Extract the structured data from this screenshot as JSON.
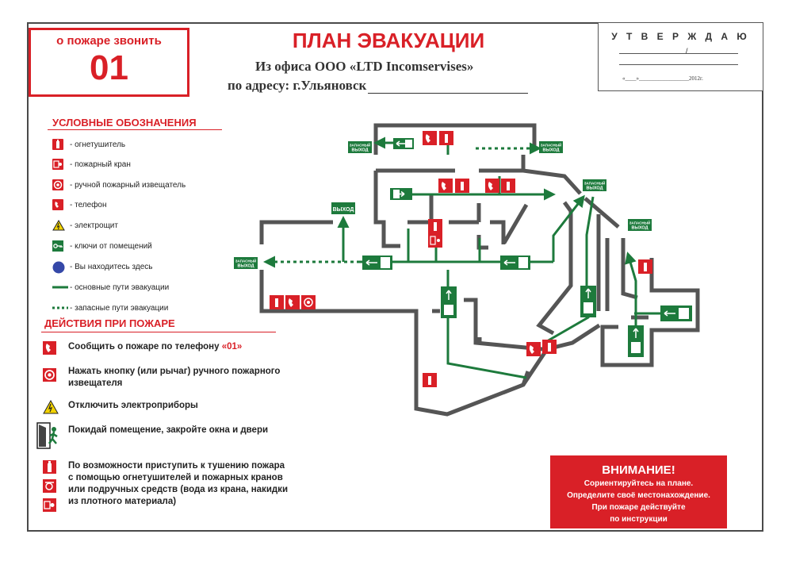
{
  "header": {
    "call_text": "о пожаре звонить",
    "call_number": "01",
    "title": "ПЛАН ЭВАКУАЦИИ",
    "subtitle1": "Из офиса ООО «LTD Incomservises»",
    "subtitle2": "по адресу: г.Ульяновск"
  },
  "approve": {
    "heading": "У Т В Е Р Ж Д А Ю",
    "date_line": "«____»__________________2012г."
  },
  "legend": {
    "title": "УСЛОВНЫЕ ОБОЗНАЧЕНИЯ",
    "items": [
      {
        "icon": "extinguisher-icon",
        "label": "- огнетушитель"
      },
      {
        "icon": "fire-hydrant-icon",
        "label": "- пожарный кран"
      },
      {
        "icon": "fire-alarm-icon",
        "label": "- ручной пожарный извещатель"
      },
      {
        "icon": "phone-icon",
        "label": "- телефон"
      },
      {
        "icon": "electric-panel-icon",
        "label": "- электрощит"
      },
      {
        "icon": "keys-icon",
        "label": "- ключи от помещений"
      },
      {
        "icon": "you-are-here-icon",
        "label": "- Вы находитесь здесь"
      },
      {
        "icon": "main-route-icon",
        "label": "- основные пути эвакуации"
      },
      {
        "icon": "reserve-route-icon",
        "label": "- запасные пути эвакуации"
      }
    ]
  },
  "actions": {
    "title": "ДЕЙСТВИЯ ПРИ ПОЖАРЕ",
    "items": [
      {
        "icon": "phone-icon",
        "text": "Сообщить о пожаре по телефону ",
        "highlight": "«01»"
      },
      {
        "icon": "fire-alarm-icon",
        "text": "Нажать кнопку (или рычаг) ручного пожарного извещателя"
      },
      {
        "icon": "electric-panel-icon",
        "text": "Отключить электроприборы"
      },
      {
        "icon": "exit-door-icon",
        "text": "Покидай помещение, закройте окна и двери"
      },
      {
        "icon": "extinguisher-icon",
        "text": "По возможности приступить к тушению пожара с помощью огнетушителей и пожарных кранов или подручных средств (вода из крана, накидки из плотного материала)"
      }
    ]
  },
  "plan": {
    "exit_label": "ВЫХОД",
    "reserve_exit_line1": "ЗАПАСНЫЙ",
    "reserve_exit_line2": "ВЫХОД"
  },
  "warning": {
    "heading": "ВНИМАНИЕ!",
    "line1": "Сориентируйтесь на плане.",
    "line2": "Определите своё местонахождение.",
    "line3": "При пожаре действуйте",
    "line4": "по инструкции"
  },
  "colors": {
    "red": "#d92027",
    "green": "#1d7a3c",
    "wall": "#555555"
  }
}
